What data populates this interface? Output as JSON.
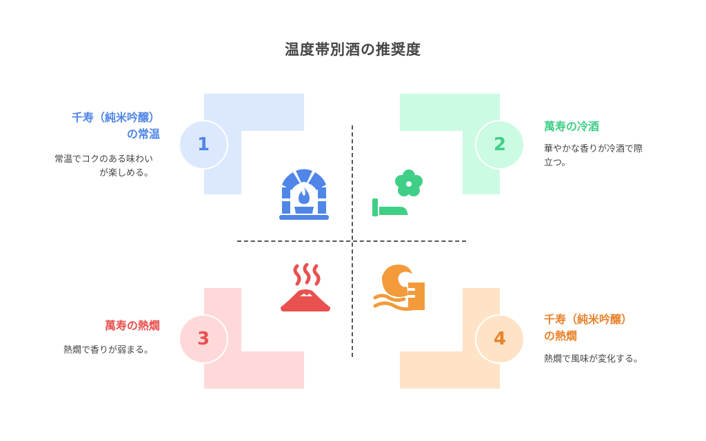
{
  "title": "温度帯別酒の推奨度",
  "quadrants": [
    {
      "number": "1",
      "heading_line1": "千寿（純米吟醸）",
      "heading_line2": "の常温",
      "desc_line1": "常温でコクのある味わい",
      "desc_line2": "が楽しめる。",
      "icon": "fireplace-icon",
      "color": "#4f86e8",
      "light": "#dce8fd"
    },
    {
      "number": "2",
      "heading_line1": "萬寿の冷酒",
      "heading_line2": "",
      "desc_line1": "華やかな香りが冷酒で際",
      "desc_line2": "立つ。",
      "icon": "flower-icon",
      "color": "#3fcf86",
      "light": "#ccfbe3"
    },
    {
      "number": "3",
      "heading_line1": "萬寿の熱燗",
      "heading_line2": "",
      "desc_line1": "熱燗で香りが弱まる。",
      "desc_line2": "",
      "icon": "hot-spring-mountain-icon",
      "color": "#e8514f",
      "light": "#ffd9d9"
    },
    {
      "number": "4",
      "heading_line1": "千寿（純米吟醸）",
      "heading_line2": "の熱燗",
      "desc_line1": "熱燗で風味が変化する。",
      "desc_line2": "",
      "icon": "wave-icon",
      "color": "#e8832c",
      "light": "#ffe3c7"
    }
  ]
}
